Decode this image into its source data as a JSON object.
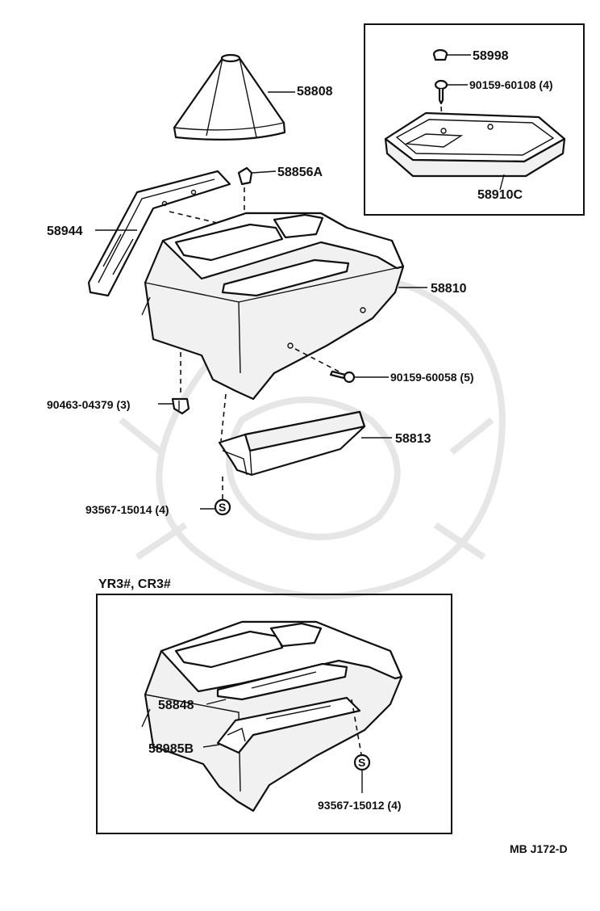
{
  "parts": {
    "p58808": "58808",
    "p58856a": "58856A",
    "p58944": "58944",
    "p58810": "58810",
    "p90159_60058": "90159-60058 (5)",
    "p90463_04379": "90463-04379 (3)",
    "p58813": "58813",
    "p93567_15014": "93567-15014 (4)"
  },
  "inset_top": {
    "p58998": "58998",
    "p90159_60108": "90159-60108 (4)",
    "p58910c": "58910C"
  },
  "inset_bottom": {
    "title": "YR3#, CR3#",
    "p58848": "58848",
    "p58985b": "58985B",
    "p93567_15012": "93567-15012 (4)"
  },
  "footer": {
    "code": "MB J172-D"
  },
  "symbols": {
    "screw_mark": "S"
  }
}
